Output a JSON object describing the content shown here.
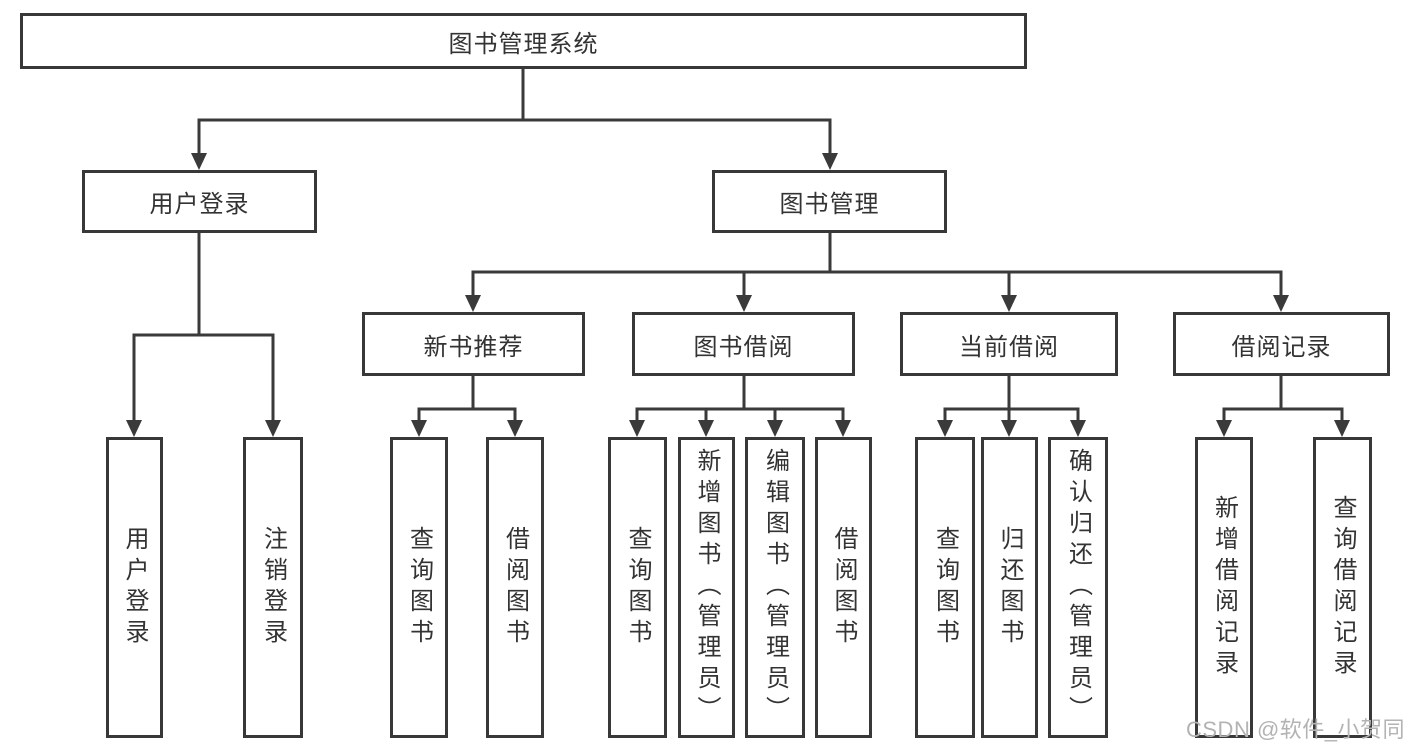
{
  "tree": {
    "label": "图书管理系统",
    "children": [
      {
        "label": "用户登录",
        "children": [
          {
            "label": "用户登录"
          },
          {
            "label": "注销登录"
          }
        ]
      },
      {
        "label": "图书管理",
        "children": [
          {
            "label": "新书推荐",
            "children": [
              {
                "label": "查询图书"
              },
              {
                "label": "借阅图书"
              }
            ]
          },
          {
            "label": "图书借阅",
            "children": [
              {
                "label": "查询图书"
              },
              {
                "label": "新增图书（管理员）"
              },
              {
                "label": "编辑图书（管理员）"
              },
              {
                "label": "借阅图书"
              }
            ]
          },
          {
            "label": "当前借阅",
            "children": [
              {
                "label": "查询图书"
              },
              {
                "label": "归还图书"
              },
              {
                "label": "确认归还（管理员）"
              }
            ]
          },
          {
            "label": "借阅记录",
            "children": [
              {
                "label": "新增借阅记录"
              },
              {
                "label": "查询借阅记录"
              }
            ]
          }
        ]
      }
    ]
  },
  "watermark": "CSDN @软件_小贺同学",
  "colors": {
    "line": "#3a3a3a",
    "box_border": "#383838",
    "text": "#333333",
    "watermark": "#b3b3b3",
    "background": "#ffffff"
  }
}
